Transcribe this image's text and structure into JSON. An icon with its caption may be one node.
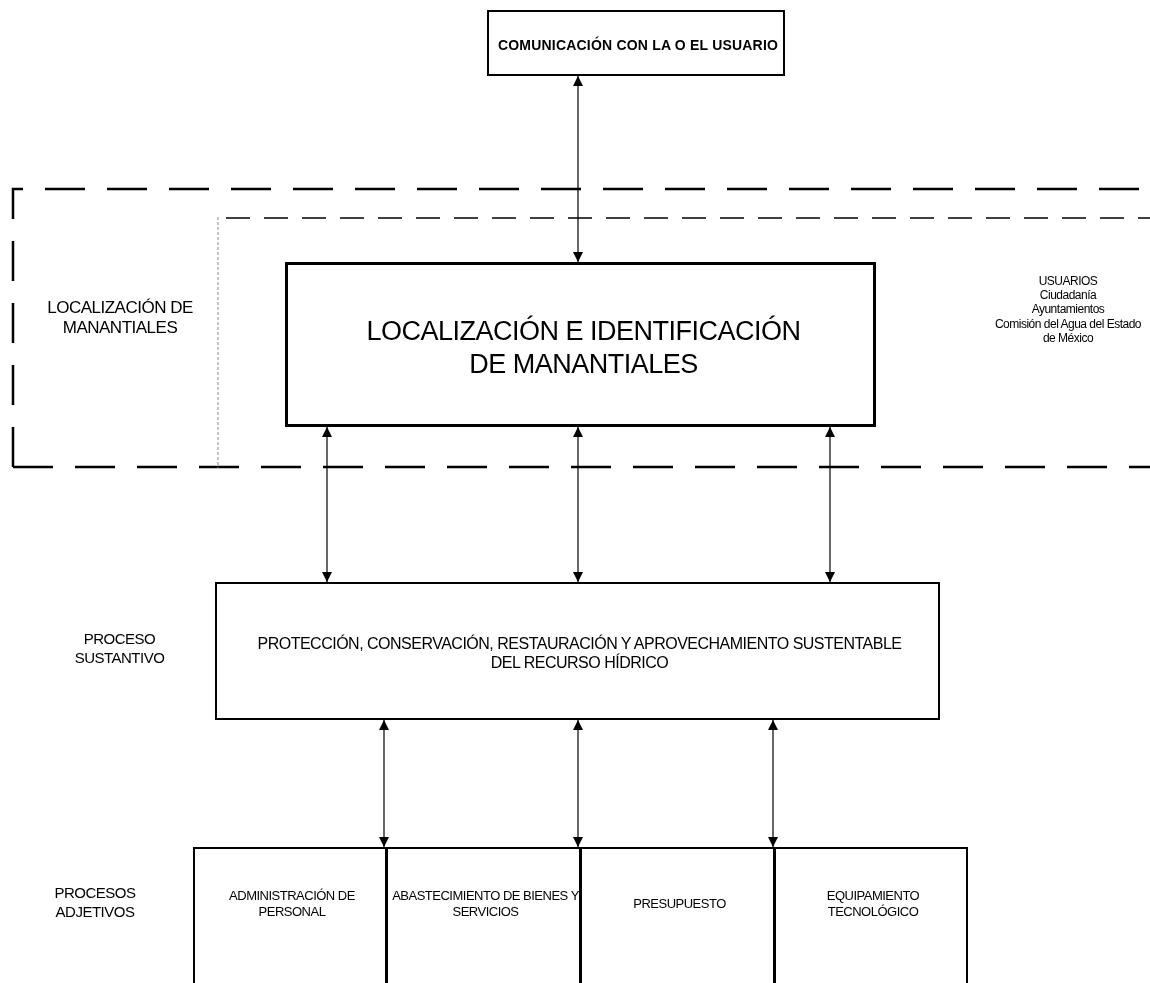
{
  "diagram": {
    "nodes": [
      {
        "text": [
          "COMUNICACIÓN CON LA O EL USUARIO"
        ]
      },
      {
        "text": [
          "LOCALIZACIÓN DE MANANTIALES"
        ]
      },
      {
        "text": [
          "USUARIOS",
          "Ciudadanía",
          "Ayuntamientos",
          "Comisión del Agua del Estado de México"
        ],
        "in": 1
      },
      {
        "text": [
          "LOCALIZACIÓN E IDENTIFICACIÓN DE MANANTIALES"
        ],
        "in": 2
      },
      {
        "text": [
          "PROTECCIÓN, CONSERVACIÓN, RESTAURACIÓN Y APROVECHAMIENTO SUSTENTABLE DEL RECURSO HÍDRICO"
        ],
        "beside": [
          "PROCESO SUSTANTIVO"
        ]
      },
      {
        "text": [
          "ADMINISTRACIÓN DE PERSONAL"
        ]
      },
      {
        "text": [
          "ABASTECIMIENTO DE BIENES Y SERVICIOS"
        ]
      },
      {
        "text": [
          "PRESUPUESTO"
        ]
      },
      {
        "text": [
          "EQUIPAMIENTO TECNOLÓGICO"
        ]
      }
    ],
    "edges": [
      {
        "from": 0,
        "to": 3,
        "arrow": "both"
      },
      {
        "from": 3,
        "to": 4,
        "arrow": "both"
      },
      {
        "from": 3,
        "to": 4,
        "arrow": "both"
      },
      {
        "from": 3,
        "to": 4,
        "arrow": "both"
      },
      {
        "from": 4,
        "to": 5,
        "arrow": "both"
      },
      {
        "from": 4,
        "to": 6,
        "arrow": "both"
      },
      {
        "from": 4,
        "to": 7,
        "arrow": "both"
      }
    ],
    "labels": [
      "PROCESOS ADJETIVOS"
    ]
  }
}
